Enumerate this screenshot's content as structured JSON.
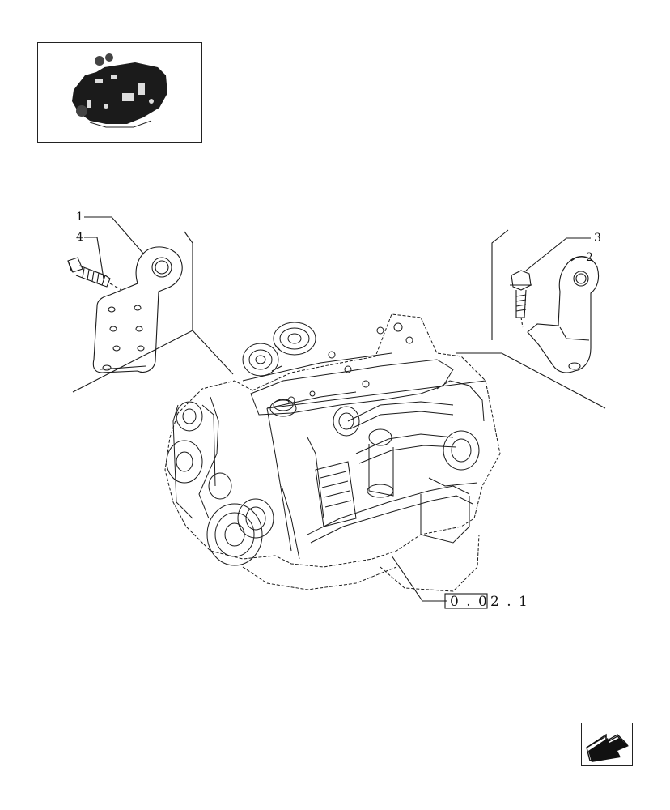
{
  "callouts": {
    "c1": "1",
    "c2": "2",
    "c3": "3",
    "c4": "4"
  },
  "reference": {
    "boxed": "0 . 0",
    "rest": "2 . 1"
  },
  "icons": {
    "thumbnail": "engine-thumbnail-icon",
    "nav": "next-page-arrow-icon"
  },
  "colors": {
    "line": "#1a1a1a",
    "background": "#ffffff"
  }
}
